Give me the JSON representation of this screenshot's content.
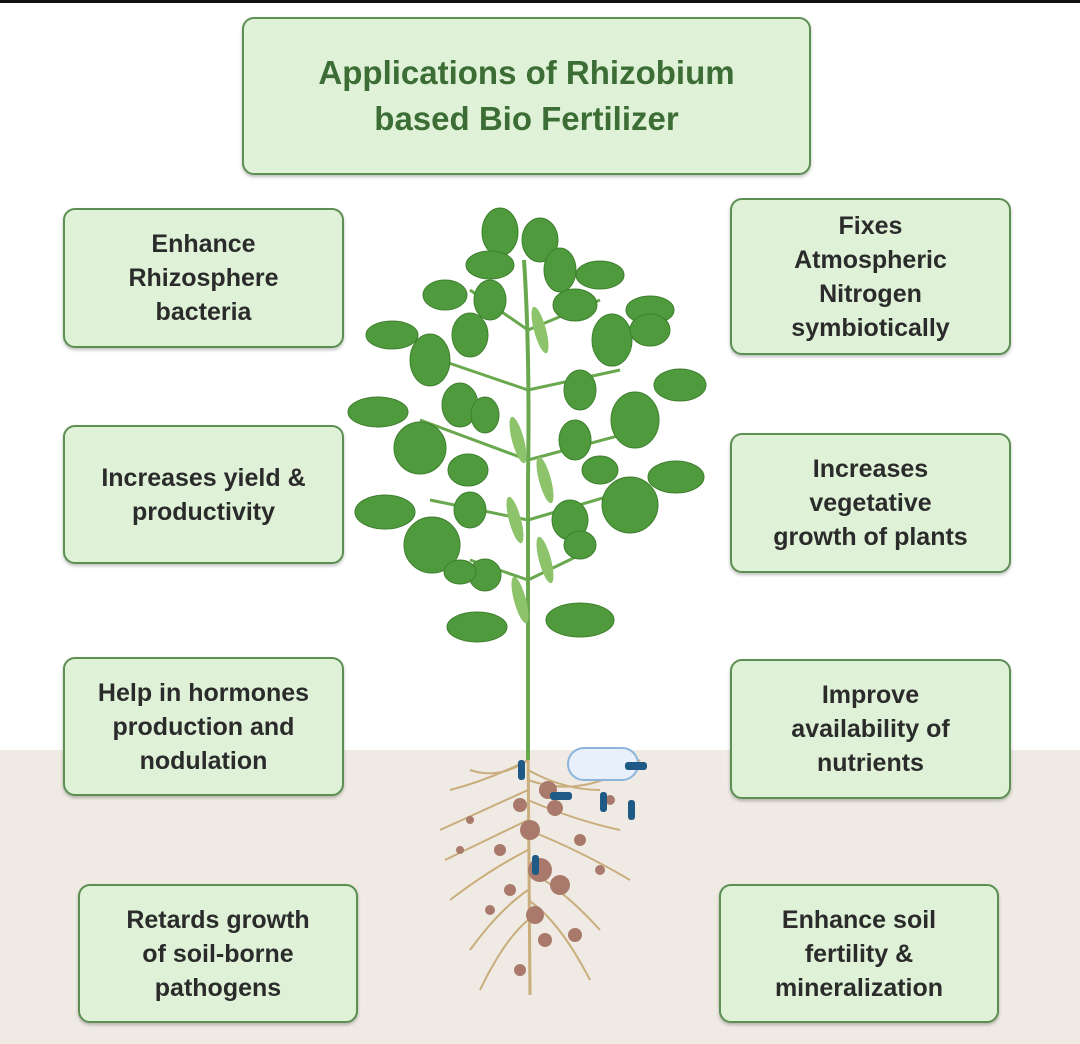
{
  "title": "Applications of Rhizobium\nbased Bio Fertilizer",
  "left_boxes": [
    "Enhance\nRhizosphere\nbacteria",
    "Increases yield &\nproductivity",
    "Help in hormones\nproduction and\nnodulation",
    "Retards growth\nof soil-borne\npathogens"
  ],
  "right_boxes": [
    "Fixes\nAtmospheric\nNitrogen\nsymbiotically",
    "Increases\nvegetative\ngrowth of plants",
    "Improve\navailability of\nnutrients",
    "Enhance soil\nfertility &\nmineralization"
  ],
  "colors": {
    "box_fill": "#dff2d8",
    "box_border": "#5c8f52",
    "title_text": "#3c6d35",
    "leaf": "#4f9a3c",
    "root": "#c9ad7c",
    "nodule": "#a97a6c",
    "soil": "#efebe4"
  }
}
